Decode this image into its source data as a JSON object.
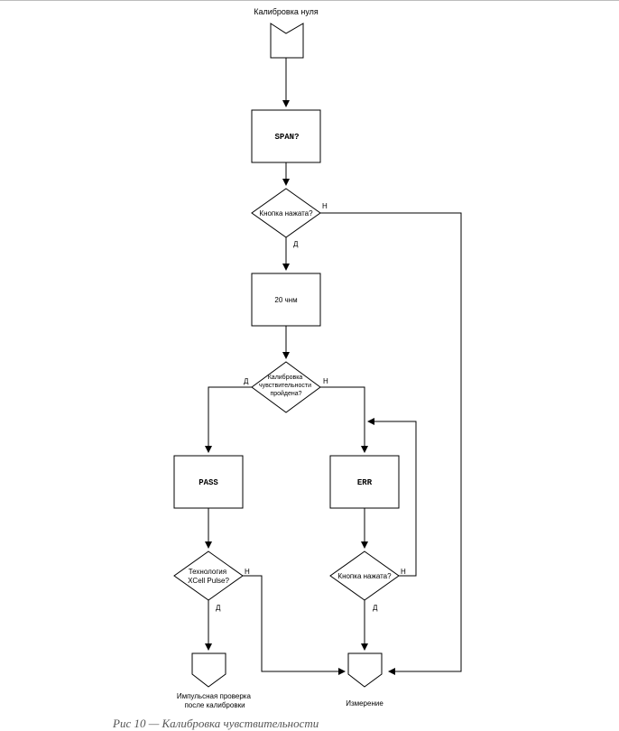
{
  "diagram": {
    "start_label": "Калибровка нуля",
    "nodes": {
      "span": "SPAN?",
      "btn1": "Кнопка нажата?",
      "ppm": "20 чнм",
      "cal_check": [
        "Калибровка",
        "чувствительности",
        "пройдена?"
      ],
      "pass": "PASS",
      "err": "ERR",
      "xcell": [
        "Технология",
        "XCell Pulse?"
      ],
      "btn2": "Кнопка нажата?"
    },
    "branch_labels": {
      "btn1_no": "Н",
      "btn1_yes": "Д",
      "cal_yes": "Д",
      "cal_no": "Н",
      "xcell_no": "Н",
      "xcell_yes": "Д",
      "btn2_no": "Н",
      "btn2_yes": "Д"
    },
    "end_labels": {
      "bump": [
        "Импульсная проверка",
        "после калибровки"
      ],
      "measure": "Измерение"
    }
  },
  "caption_fragment": "Рис 10 — Калибровка чувствительности"
}
